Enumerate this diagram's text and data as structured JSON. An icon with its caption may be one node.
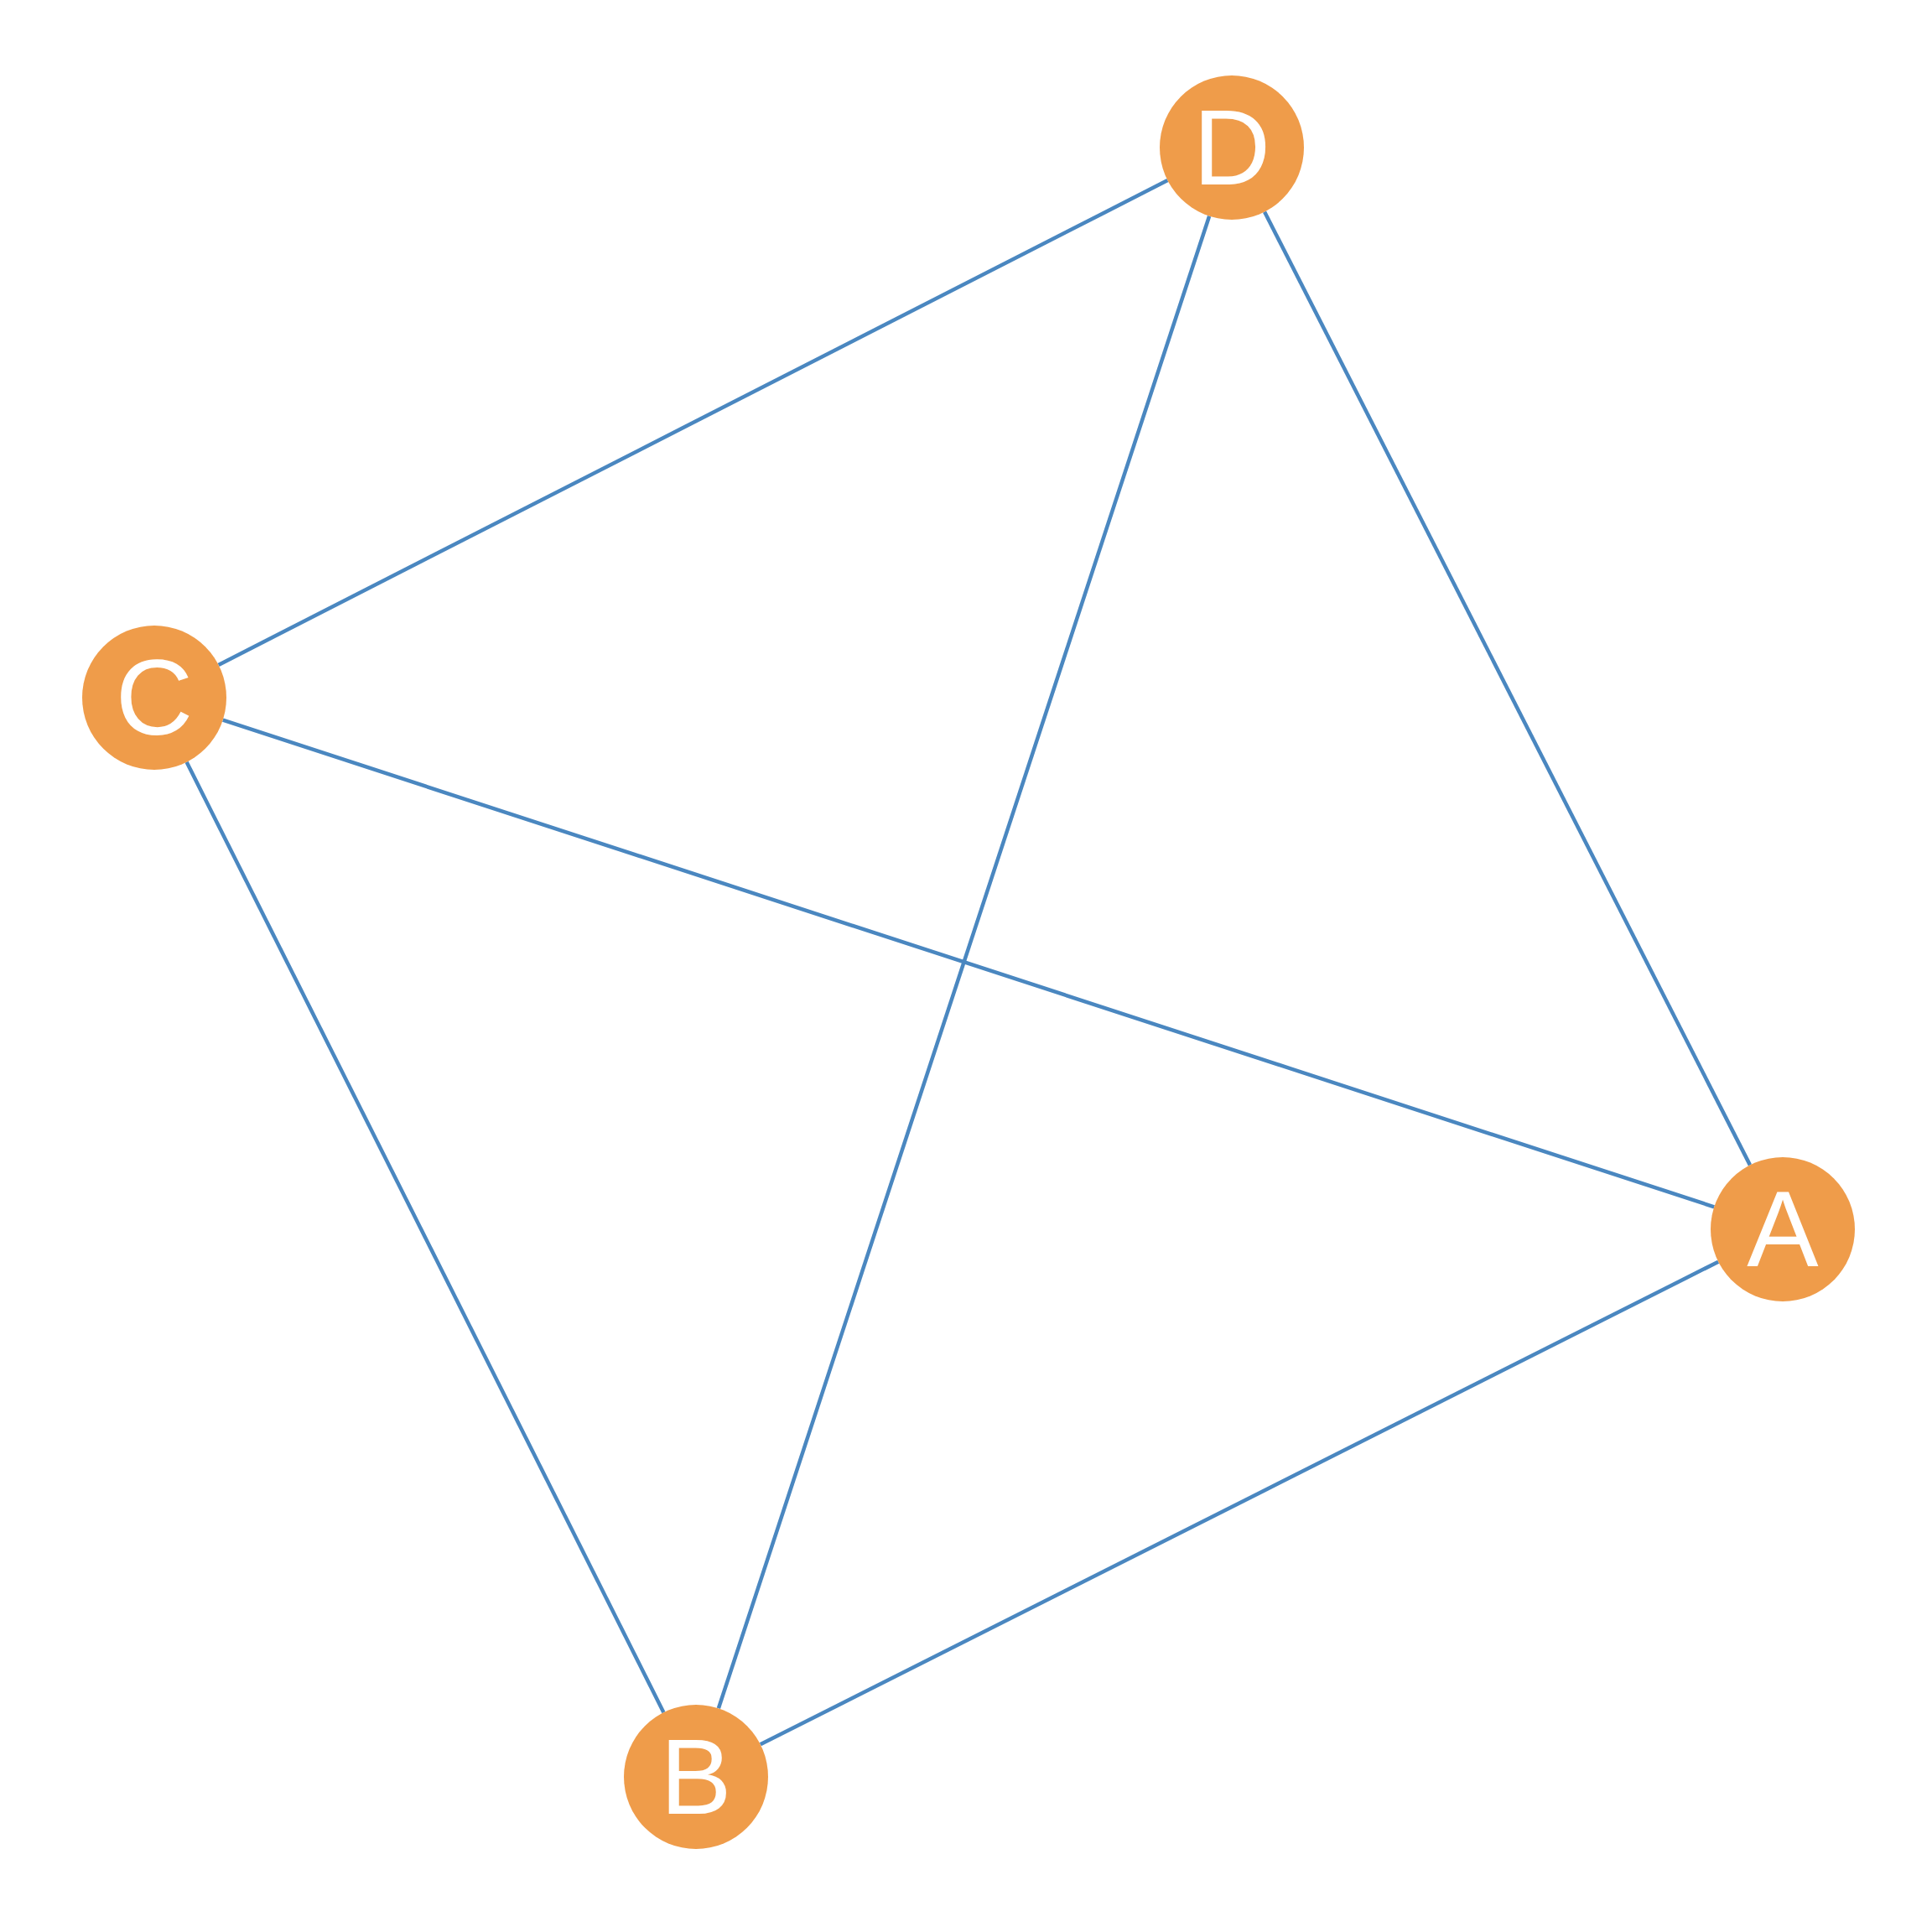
{
  "diagram": {
    "nodes": [
      {
        "text": [
          "D"
        ]
      },
      {
        "text": [
          "C"
        ]
      },
      {
        "text": [
          "A"
        ]
      },
      {
        "text": [
          "B"
        ]
      }
    ],
    "edges": [
      {
        "from": 1,
        "to": 0,
        "arrow": "none"
      },
      {
        "from": 0,
        "to": 3,
        "arrow": "none"
      },
      {
        "from": 0,
        "to": 2,
        "arrow": "none"
      },
      {
        "from": 1,
        "to": 2,
        "arrow": "none"
      },
      {
        "from": 1,
        "to": 3,
        "arrow": "none"
      },
      {
        "from": 3,
        "to": 2,
        "arrow": "none"
      }
    ]
  }
}
